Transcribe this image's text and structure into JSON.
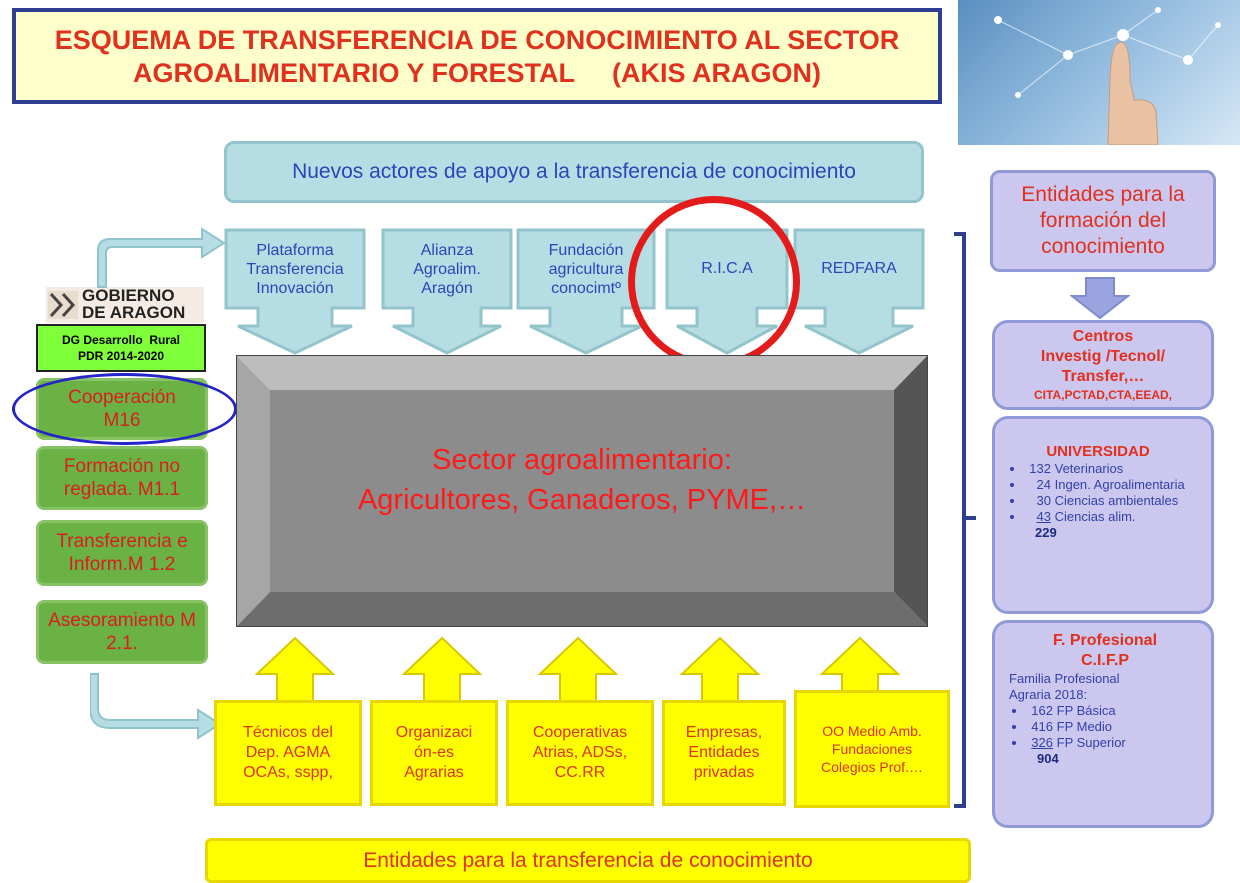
{
  "title": {
    "line1": "ESQUEMA DE TRANSFERENCIA DE CONOCIMIENTO AL SECTOR",
    "line2": "AGROALIMENTARIO Y FORESTAL     (AKIS ARAGON)"
  },
  "top_banner": "Nuevos actores de apoyo a la transferencia de conocimiento",
  "actors": [
    {
      "label": "Plataforma Transferencia Innovación"
    },
    {
      "label": "Alianza Agroalim. Aragón"
    },
    {
      "label": "Fundación agricultura conocimtº"
    },
    {
      "label": "R.I.C.A"
    },
    {
      "label": "REDFARA"
    }
  ],
  "gobierno": {
    "logo_line1": "GOBIERNO",
    "logo_line2": "DE ARAGON",
    "dg_line1": "DG Desarrollo  Rural",
    "dg_line2": "PDR 2014-2020"
  },
  "measures": [
    {
      "label": "Cooperación M16"
    },
    {
      "label": "Formación no reglada. M1.1"
    },
    {
      "label": "Transferencia e Inform.M 1.2"
    },
    {
      "label": "Asesoramiento M 2.1."
    }
  ],
  "sector": {
    "line1": "Sector agroalimentario:",
    "line2": "Agricultores, Ganaderos, PYME,…"
  },
  "entities_bottom": [
    {
      "label": "Técnicos del Dep. AGMA OCAs, sspp,"
    },
    {
      "label": "Organizaci ón-es Agrarias"
    },
    {
      "label": "Cooperativas Atrias, ADSs, CC.RR"
    },
    {
      "label": "Empresas, Entidades privadas"
    },
    {
      "label": "OO Medio Amb. Fundaciones Colegios Prof.…"
    }
  ],
  "bottom_banner": "Entidades para la transferencia de conocimiento",
  "right": {
    "header": "Entidades para la formación del conocimiento",
    "centros": {
      "line1": "Centros",
      "line2": "Investig /Tecnol/",
      "line3": "Transfer,…",
      "line4": "CITA,PCTAD,CTA,EEAD,"
    },
    "universidad": {
      "title": "UNIVERSIDAD",
      "items": [
        {
          "num": "132",
          "label": "Veterinarios"
        },
        {
          "num": "24",
          "label": "Ingen. Agroalimentaria"
        },
        {
          "num": "30",
          "label": "Ciencias ambientales"
        },
        {
          "num": "43",
          "label": "Ciencias alim."
        }
      ],
      "total": "229"
    },
    "fp": {
      "title1": "F. Profesional",
      "title2": "C.I.F.P",
      "sub": "Familia Profesional Agraria 2018:",
      "items": [
        {
          "num": "162",
          "label": "FP Básica"
        },
        {
          "num": "416",
          "label": "FP Medio"
        },
        {
          "num": "326",
          "label": "FP  Superior"
        }
      ],
      "total": "904"
    }
  },
  "colors": {
    "title_red": "#e0301e",
    "navy": "#2e3f8f",
    "teal": "#b6dde3",
    "yellow": "#ffff00",
    "green": "#6bb245",
    "lavender": "#ccc7ef",
    "sector_gray": "#8c8c8c"
  }
}
